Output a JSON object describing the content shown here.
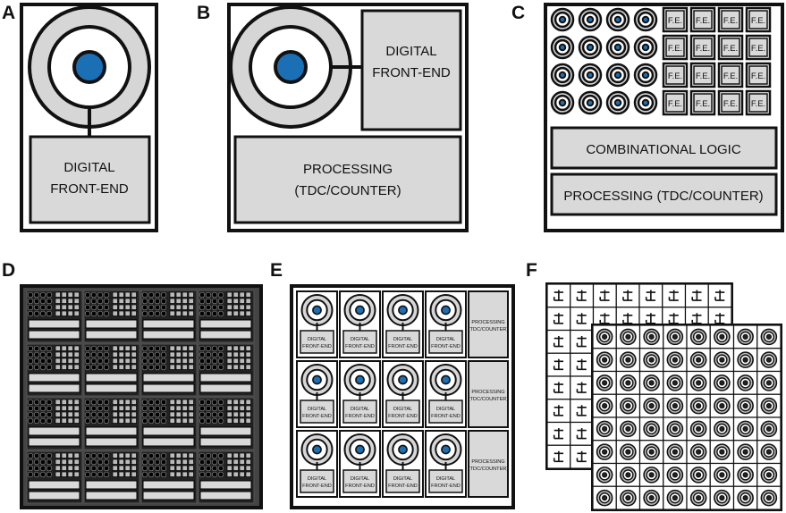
{
  "panels": {
    "A": {
      "label": "A",
      "front_end": [
        "DIGITAL",
        "FRONT-END"
      ]
    },
    "B": {
      "label": "B",
      "front_end": [
        "DIGITAL",
        "FRONT-END"
      ],
      "processing": [
        "PROCESSING",
        "(TDC/COUNTER)"
      ]
    },
    "C": {
      "label": "C",
      "fe_label": "F.E.",
      "combinational": "COMBINATIONAL LOGIC",
      "processing": "PROCESSING (TDC/COUNTER)",
      "grid_rows": 4,
      "detector_cols": 4,
      "fe_cols": 4
    },
    "D": {
      "label": "D",
      "tile_rows": 4,
      "tile_cols": 4
    },
    "E": {
      "label": "E",
      "front_end": [
        "DIGITAL",
        "FRONT-END"
      ],
      "processing": [
        "PROCESSING",
        "(TDC/COUNTER)"
      ],
      "rows": 3,
      "cols": 4
    },
    "F": {
      "label": "F",
      "grid": 8
    }
  },
  "colors": {
    "outline": "#111111",
    "block_fill": "#d9d9d9",
    "ring_fill": "#d6d6d6",
    "detector_core": "#1b6fb5",
    "background": "#ffffff"
  }
}
